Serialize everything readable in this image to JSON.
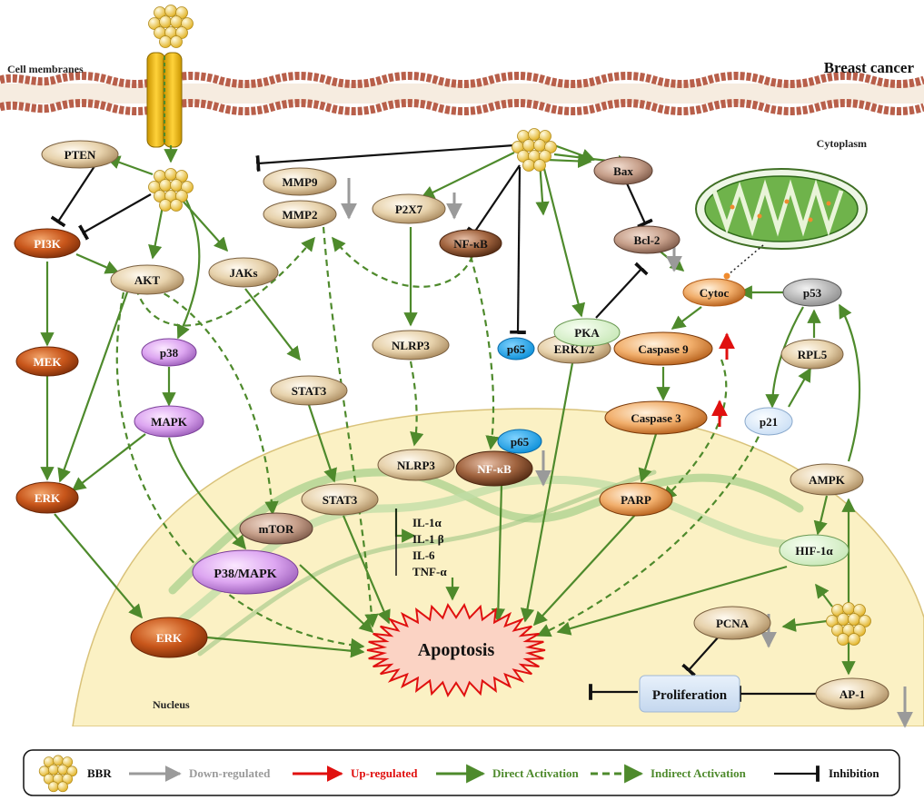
{
  "header": {
    "membrane_label": "Cell membranes",
    "title": "Breast cancer",
    "cytoplasm_label": "Cytoplasm",
    "nucleus_label": "Nucleus"
  },
  "nodes": {
    "pten": "PTEN",
    "pi3k": "PI3K",
    "akt": "AKT",
    "jaks": "JAKs",
    "mek": "MEK",
    "p38": "p38",
    "mapk": "MAPK",
    "erk_cyto": "ERK",
    "erk_nuc": "ERK",
    "stat3_cyto": "STAT3",
    "stat3_nuc": "STAT3",
    "mtor": "mTOR",
    "p38mapk": "P38/MAPK",
    "mmp9": "MMP9",
    "mmp2": "MMP2",
    "p2x7": "P2X7",
    "nfkb_cyto": "NF-κB",
    "nfkb_nuc": "NF-κB",
    "nlrp3_cyto": "NLRP3",
    "nlrp3_nuc": "NLRP3",
    "p65_cyto": "p65",
    "p65_nuc": "p65",
    "erk12": "ERK1/2",
    "pka": "PKA",
    "bax": "Bax",
    "bcl2": "Bcl-2",
    "cytoc": "Cytoc",
    "casp9": "Caspase 9",
    "casp3": "Caspase 3",
    "parp": "PARP",
    "p53": "p53",
    "rpl5": "RPL5",
    "p21": "p21",
    "ampk": "AMPK",
    "hif1a": "HIF-1α",
    "pcna": "PCNA",
    "proliferation": "Proliferation",
    "ap1": "AP-1",
    "apoptosis": "Apoptosis"
  },
  "cytokines": [
    "IL-1α",
    "IL-1 β",
    "IL-6",
    "TNF-α"
  ],
  "legend": {
    "bbr": "BBR",
    "down": "Down-regulated",
    "up": "Up-regulated",
    "direct": "Direct Activation",
    "indirect": "Indirect Activation",
    "inhibition": "Inhibition"
  },
  "colors": {
    "direct": "#4e8a2c",
    "inhibit": "#111111",
    "down": "#9a9a9a",
    "up": "#e0100f",
    "bbr": "#f3d34a",
    "nucleus": "#fbf1c4"
  }
}
